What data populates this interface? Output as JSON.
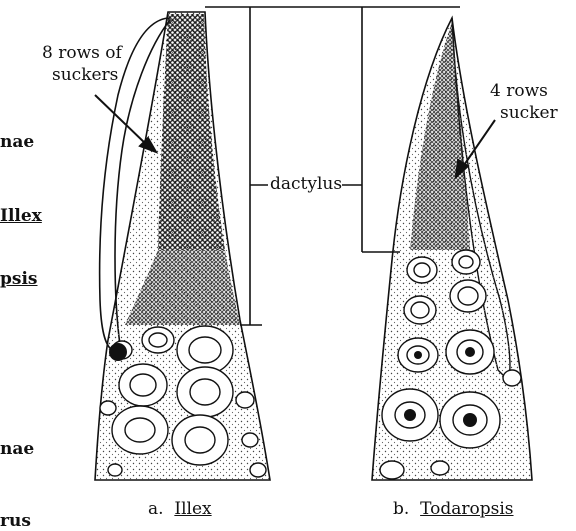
{
  "left_edge_fragments": [
    "nae",
    "Illex",
    "psis",
    "nae",
    "rus"
  ],
  "callouts": {
    "illex_rows": [
      "8 rows of",
      "suckers"
    ],
    "dactylus": "dactylus",
    "todaropsis_rows": [
      "4 rows",
      "sucker"
    ]
  },
  "captions": {
    "a": {
      "letter": "a.",
      "genus": "Illex"
    },
    "b": {
      "letter": "b.",
      "genus": "Todaropsis"
    }
  }
}
